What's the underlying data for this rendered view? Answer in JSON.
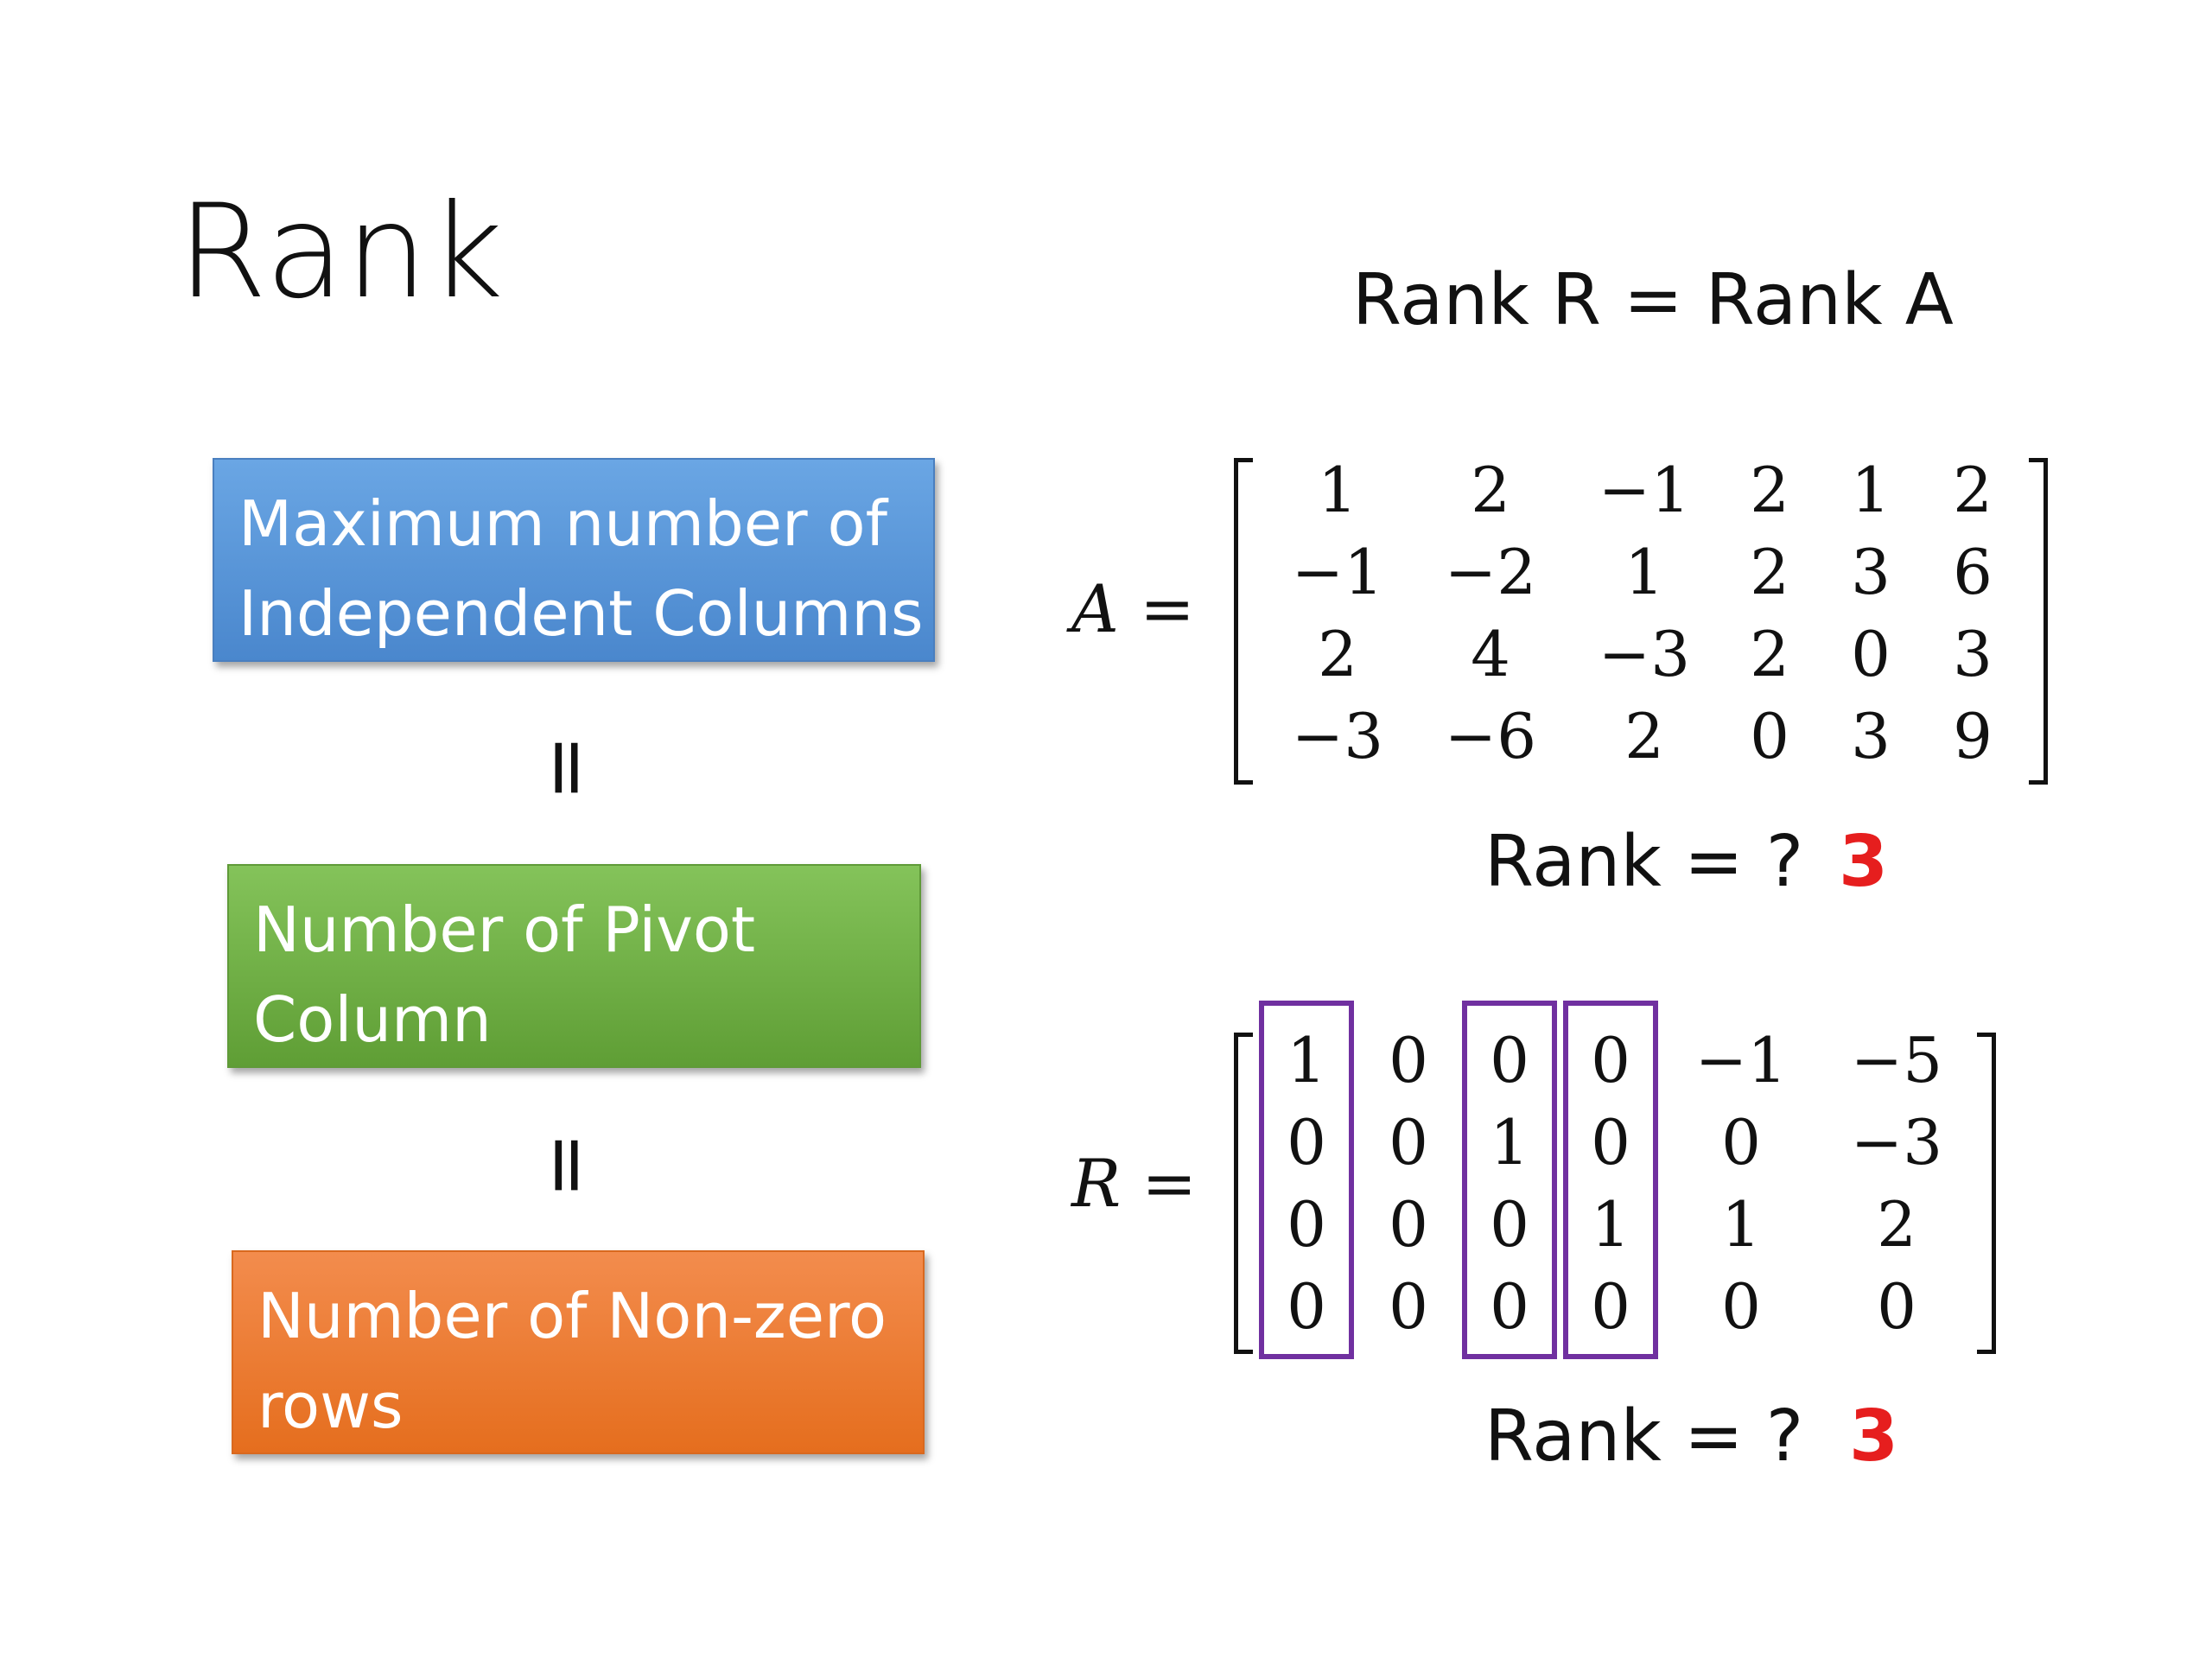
{
  "title": "Rank",
  "rank_equation": "Rank R = Rank A",
  "boxes": {
    "max_independent": [
      "Maximum number of",
      "Independent Columns"
    ],
    "pivot_columns": [
      "Number of Pivot",
      "Column"
    ],
    "nonzero_rows": [
      "Number of Non-zero",
      "rows"
    ]
  },
  "equals_symbol": "=",
  "matrix_a": {
    "label_var": "A",
    "label_eq": "=",
    "rows": [
      [
        "1",
        "2",
        "−1",
        "2",
        "1",
        "2"
      ],
      [
        "−1",
        "−2",
        "1",
        "2",
        "3",
        "6"
      ],
      [
        "2",
        "4",
        "−3",
        "2",
        "0",
        "3"
      ],
      [
        "−3",
        "−6",
        "2",
        "0",
        "3",
        "9"
      ]
    ]
  },
  "matrix_r": {
    "label_var": "R",
    "label_eq": "=",
    "rows": [
      [
        "1",
        "0",
        "0",
        "0",
        "−1",
        "−5"
      ],
      [
        "0",
        "0",
        "1",
        "0",
        "0",
        "−3"
      ],
      [
        "0",
        "0",
        "0",
        "1",
        "1",
        "2"
      ],
      [
        "0",
        "0",
        "0",
        "0",
        "0",
        "0"
      ]
    ],
    "pivot_columns": [
      1,
      3,
      4
    ],
    "pivot_color": "#7030a0"
  },
  "rank_question": "Rank = ?",
  "rank_answer_a": "3",
  "rank_answer_r": "3",
  "answer_color": "#e61e1e"
}
